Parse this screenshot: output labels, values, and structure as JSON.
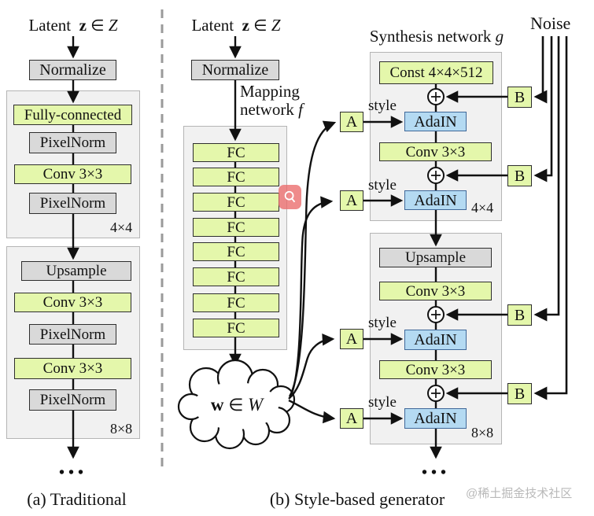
{
  "figure": {
    "latent_label": {
      "word": "Latent",
      "var": "z",
      "element_of": "∈",
      "space": "Z"
    },
    "noise_label": "Noise",
    "synthesis_title": {
      "text": "Synthesis network ",
      "var": "g"
    },
    "mapping_label": {
      "line1": "Mapping",
      "line2": "network ",
      "var": "f"
    },
    "style_label": "style",
    "a_label": "A",
    "b_label": "B",
    "dots": "•••",
    "watermark": "@稀土掘金技术社区"
  },
  "traditional": {
    "normalize": "Normalize",
    "fully_connected": "Fully-connected",
    "pixelnorm": "PixelNorm",
    "conv": "Conv 3×3",
    "upsample": "Upsample",
    "res_4": "4×4",
    "res_8": "8×8",
    "caption": "(a) Traditional"
  },
  "mapping": {
    "normalize": "Normalize",
    "fc": [
      "FC",
      "FC",
      "FC",
      "FC",
      "FC",
      "FC",
      "FC",
      "FC"
    ],
    "cloud": {
      "var": "w",
      "element_of": "∈",
      "space": "W"
    }
  },
  "synthesis": {
    "const": "Const 4×4×512",
    "adain": "AdaIN",
    "conv": "Conv 3×3",
    "upsample": "Upsample",
    "res_4": "4×4",
    "res_8": "8×8",
    "caption": "(b) Style-based generator"
  },
  "colors": {
    "block_green": "#e4f7ab",
    "block_gray": "#d9d9d9",
    "block_blue": "#b4daf2",
    "container_gray": "#f1f1f1",
    "badge_red": "#ee7d7d"
  },
  "icons": {
    "magnifier": "magnifier-icon",
    "add_op": "plus-in-circle-icon"
  }
}
